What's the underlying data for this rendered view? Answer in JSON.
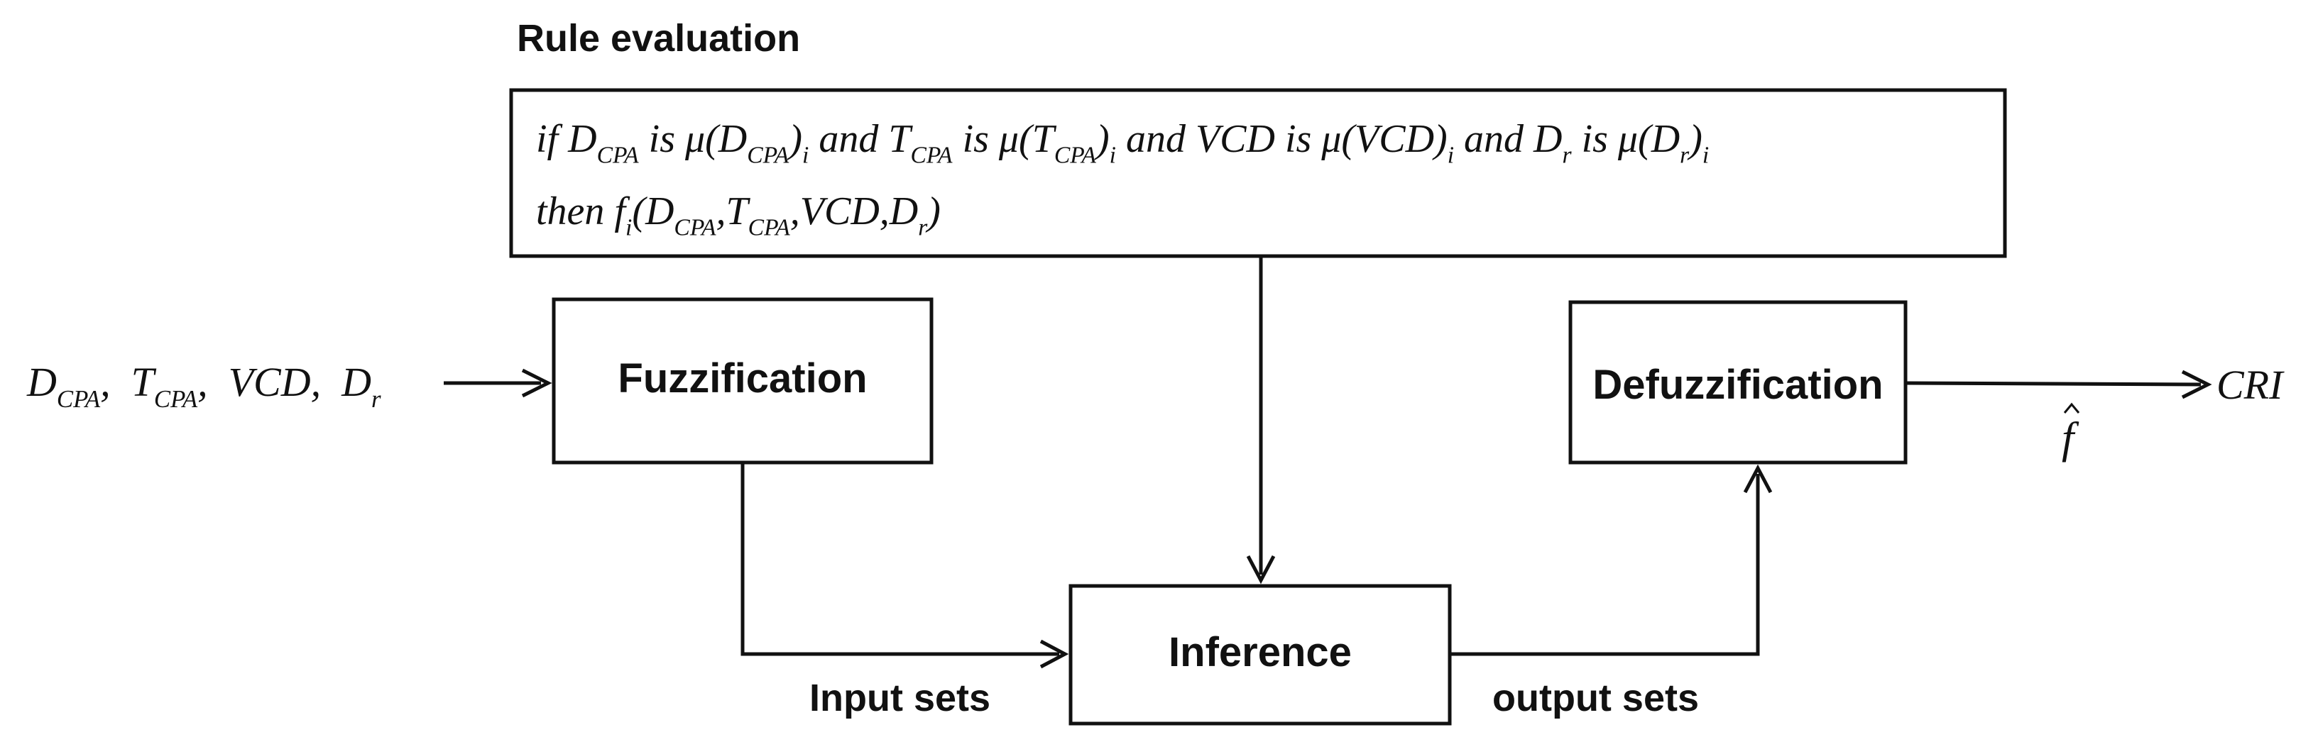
{
  "title": "Rule evaluation",
  "rule_box": {
    "line1": [
      {
        "t": "if "
      },
      {
        "t": "D"
      },
      {
        "t": "CPA",
        "sub": true
      },
      {
        "t": " is μ("
      },
      {
        "t": "D"
      },
      {
        "t": "CPA",
        "sub": true
      },
      {
        "t": ")"
      },
      {
        "t": "i",
        "sub": true
      },
      {
        "t": " and "
      },
      {
        "t": "T"
      },
      {
        "t": "CPA",
        "sub": true
      },
      {
        "t": " is μ("
      },
      {
        "t": "T"
      },
      {
        "t": "CPA",
        "sub": true
      },
      {
        "t": ")"
      },
      {
        "t": "i",
        "sub": true
      },
      {
        "t": " and VCD is μ(VCD)"
      },
      {
        "t": "i",
        "sub": true
      },
      {
        "t": " and D"
      },
      {
        "t": "r",
        "sub": true
      },
      {
        "t": " is μ(D"
      },
      {
        "t": "r",
        "sub": true
      },
      {
        "t": ")"
      },
      {
        "t": "i",
        "sub": true
      }
    ],
    "line2": [
      {
        "t": "then f"
      },
      {
        "t": "i",
        "sub": true
      },
      {
        "t": "(D"
      },
      {
        "t": "CPA",
        "sub": true
      },
      {
        "t": ",T"
      },
      {
        "t": "CPA",
        "sub": true
      },
      {
        "t": ",VCD,D"
      },
      {
        "t": "r",
        "sub": true
      },
      {
        "t": ")"
      }
    ]
  },
  "input_vars": [
    {
      "t": "D"
    },
    {
      "t": "CPA",
      "sub": true
    },
    {
      "t": ",  T"
    },
    {
      "t": "CPA",
      "sub": true
    },
    {
      "t": ",  VCD,  D"
    },
    {
      "t": "r",
      "sub": true
    }
  ],
  "blocks": {
    "fuzzification": "Fuzzification",
    "inference": "Inference",
    "defuzzification": "Defuzzification"
  },
  "edge_labels": {
    "input_sets": "Input sets",
    "output_sets": "output sets"
  },
  "output": {
    "label": "CRI",
    "f_hat": "f"
  }
}
